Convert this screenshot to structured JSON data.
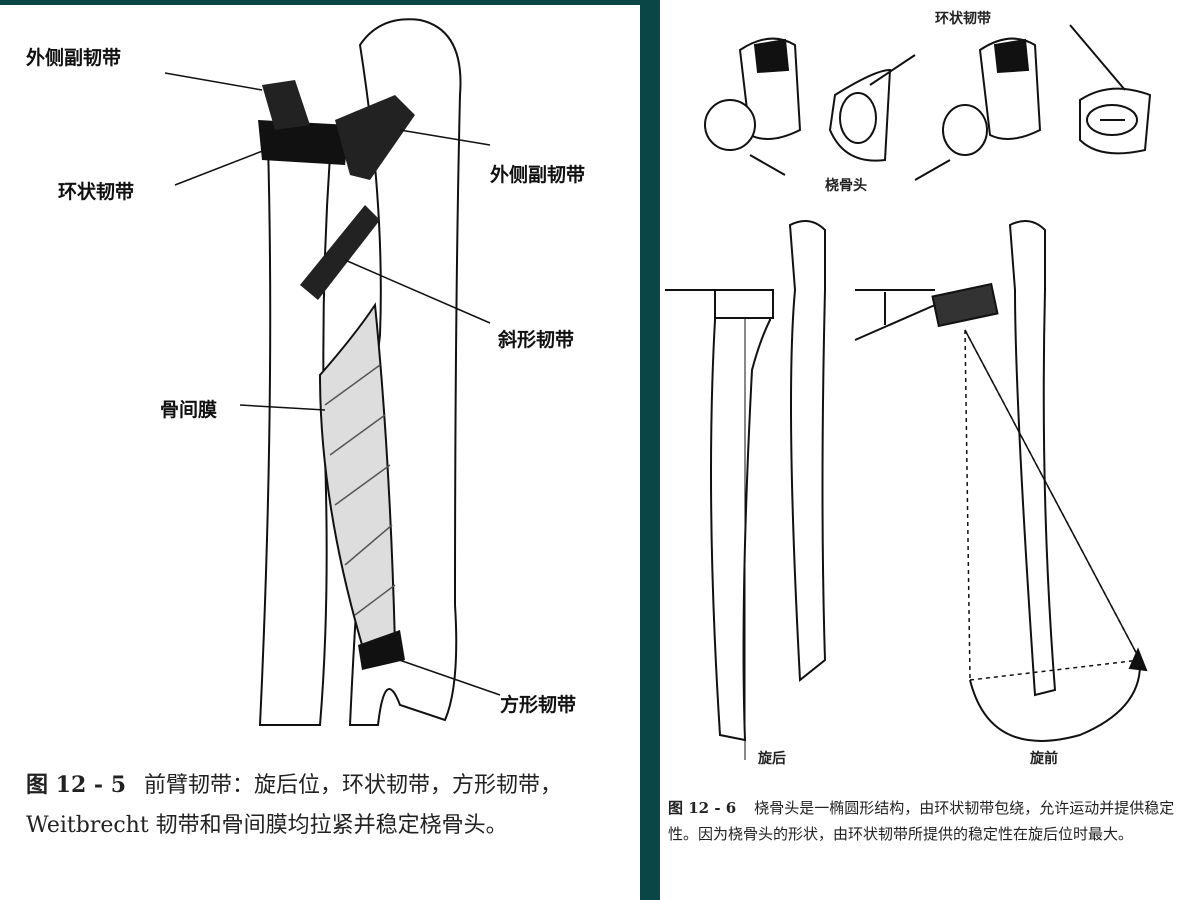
{
  "left_figure": {
    "labels": {
      "lateral_collateral_top": "外侧副韧带",
      "annular_ligament": "环状韧带",
      "lateral_collateral_right": "外侧副韧带",
      "oblique_cord": "斜形韧带",
      "interosseous_membrane": "骨间膜",
      "quadrate_ligament": "方形韧带"
    },
    "caption": {
      "figure_number": "图 12 - 5",
      "text": "前臂韧带：旋后位，环状韧带，方形韧带，Weitbrecht 韧带和骨间膜均拉紧并稳定桡骨头。"
    }
  },
  "right_figure": {
    "labels": {
      "annular_ligament": "环状韧带",
      "radial_head": "桡骨头",
      "supination": "旋后",
      "pronation": "旋前"
    },
    "caption": {
      "figure_number": "图 12 - 6",
      "text": "桡骨头是一椭圆形结构，由环状韧带包绕，允许运动并提供稳定性。因为桡骨头的形状，由环状韧带所提供的稳定性在旋后位时最大。"
    }
  },
  "colors": {
    "background": "#0b4646",
    "panel": "#ffffff",
    "ink": "#111111"
  }
}
